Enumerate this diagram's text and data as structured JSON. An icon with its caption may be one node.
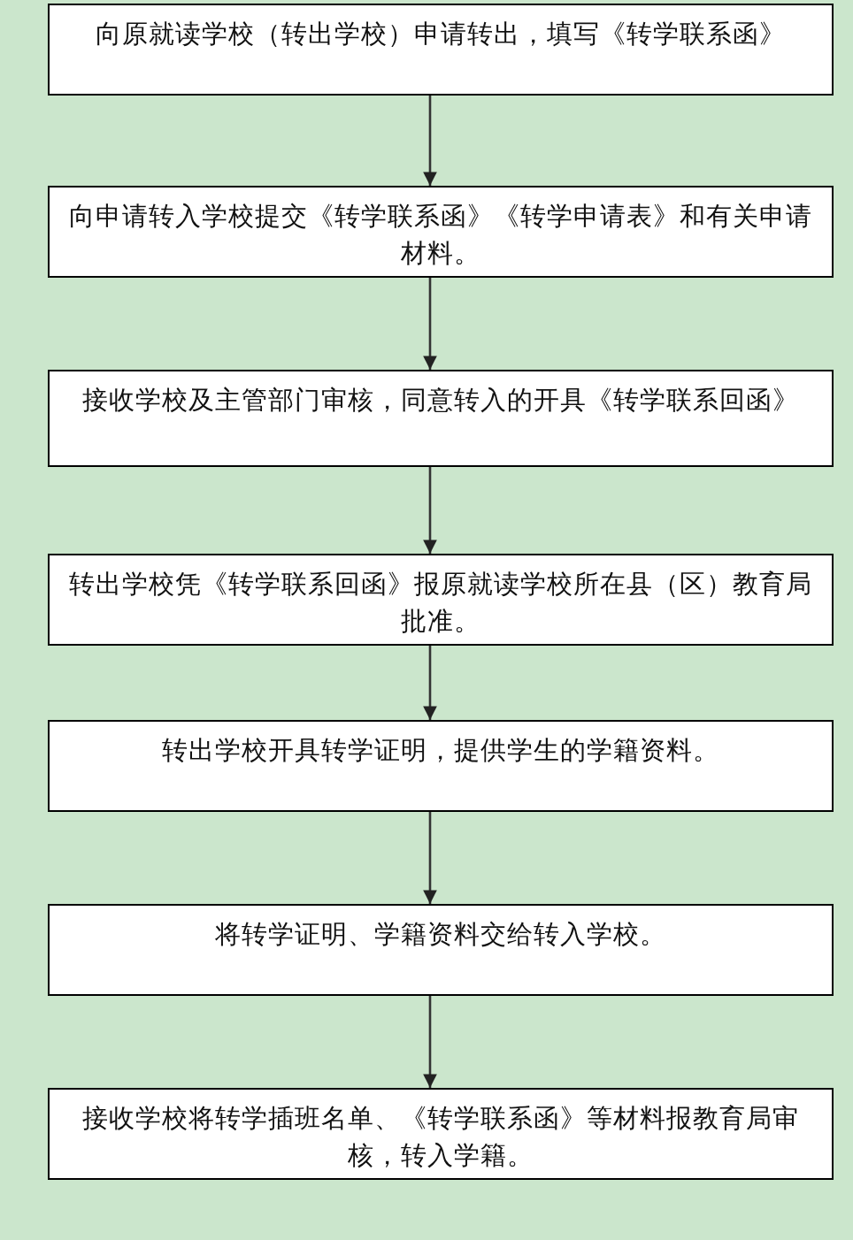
{
  "diagram": {
    "nodes": [
      {
        "text": [
          "向原就读学校（转出学校）申请转出，填写《转学联系函》"
        ]
      },
      {
        "text": [
          "向申请转入学校提交《转学联系函》《转学申请表》和有关申请材料。"
        ]
      },
      {
        "text": [
          "接收学校及主管部门审核，同意转入的开具《转学联系回函》"
        ]
      },
      {
        "text": [
          "转出学校凭《转学联系回函》报原就读学校所在县（区）教育局批准。"
        ]
      },
      {
        "text": [
          "转出学校开具转学证明，提供学生的学籍资料。"
        ]
      },
      {
        "text": [
          "将转学证明、学籍资料交给转入学校。"
        ]
      },
      {
        "text": [
          "接收学校将转学插班名单、《转学联系函》等材料报教育局审核，转入学籍。"
        ]
      }
    ],
    "edges": [
      {
        "from": 0,
        "to": 1,
        "arrow": "to"
      },
      {
        "from": 1,
        "to": 2,
        "arrow": "to"
      },
      {
        "from": 2,
        "to": 3,
        "arrow": "to"
      },
      {
        "from": 3,
        "to": 4,
        "arrow": "to"
      },
      {
        "from": 4,
        "to": 5,
        "arrow": "to"
      },
      {
        "from": 5,
        "to": 6,
        "arrow": "to"
      }
    ]
  }
}
